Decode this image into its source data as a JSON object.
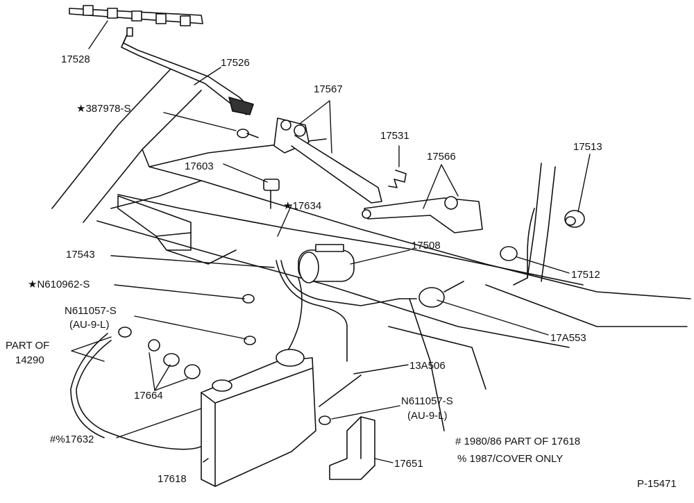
{
  "labels": {
    "p17528": "17528",
    "p17526": "17526",
    "p17567": "17567",
    "p387978": "★387978-S",
    "p17531": "17531",
    "p17566": "17566",
    "p17513": "17513",
    "p17603": "17603",
    "p17634": "★17634",
    "p17508": "17508",
    "p17543": "17543",
    "p17512": "17512",
    "pN610962": "★N610962-S",
    "pN611057a": "N611057-S",
    "pAU9La": "(AU-9-L)",
    "p17A553": "17A553",
    "part_of": "PART OF",
    "p14290": "14290",
    "p13A506": "13A506",
    "p17664": "17664",
    "pN611057b": "N611057-S",
    "pAU9Lb": "(AU-9-L)",
    "p17632": "#%17632",
    "p17618": "17618",
    "p17651": "17651"
  },
  "notes": {
    "note1": "# 1980/86 PART OF 17618",
    "note2": "% 1987/COVER ONLY"
  },
  "figure_id": "P-15471"
}
